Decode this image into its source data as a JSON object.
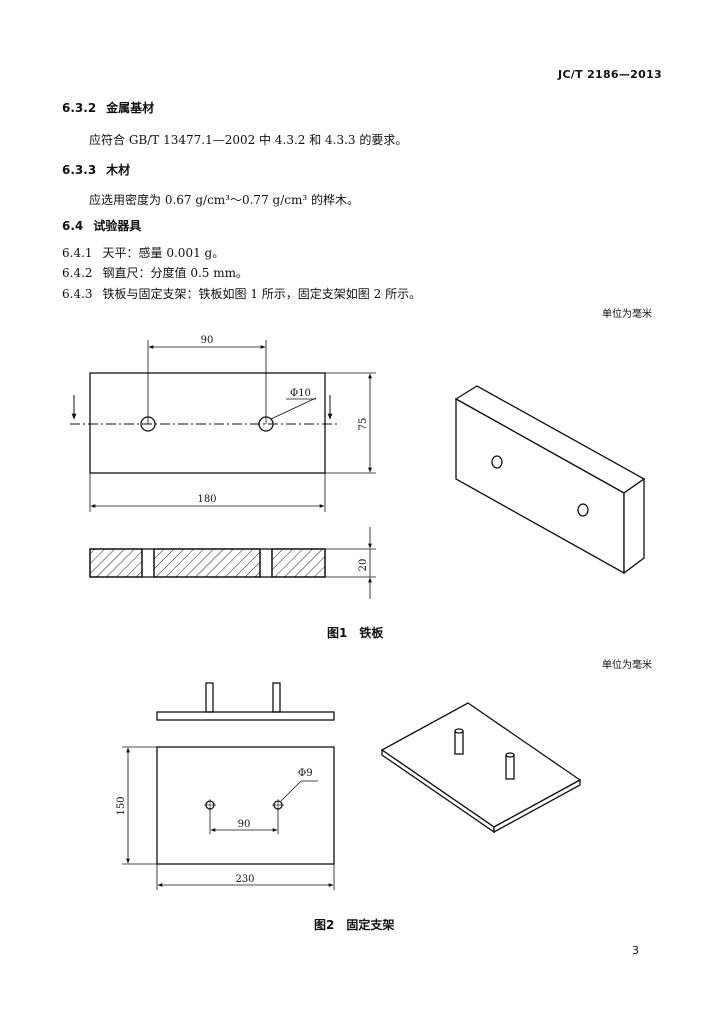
{
  "header": {
    "standard_no": "JC/T 2186—2013"
  },
  "sections": {
    "s632": {
      "num": "6.3.2",
      "title": "金属基材",
      "body": "应符合 GB/T 13477.1—2002 中 4.3.2 和 4.3.3 的要求。"
    },
    "s633": {
      "num": "6.3.3",
      "title": "木材",
      "body": "应选用密度为 0.67 g/cm³～0.77 g/cm³ 的桦木。"
    },
    "s64": {
      "num": "6.4",
      "title": "试验器具"
    },
    "s641": {
      "num": "6.4.1",
      "text": "天平：感量 0.001 g。"
    },
    "s642": {
      "num": "6.4.2",
      "text": "钢直尺：分度值 0.5 mm。"
    },
    "s643": {
      "num": "6.4.3",
      "text": "铁板与固定支架：铁板如图 1 所示，固定支架如图 2 所示。"
    }
  },
  "unit_note": "单位为毫米",
  "figure1": {
    "caption": "图1　铁板",
    "dims": {
      "hole_spacing": "90",
      "hole_dia": "Φ10",
      "height": "75",
      "length": "180",
      "thickness": "20"
    }
  },
  "figure2": {
    "caption": "图2　固定支架",
    "dims": {
      "hole_dia": "Φ9",
      "width": "150",
      "hole_spacing": "90",
      "length": "230"
    }
  },
  "page_number": "3"
}
